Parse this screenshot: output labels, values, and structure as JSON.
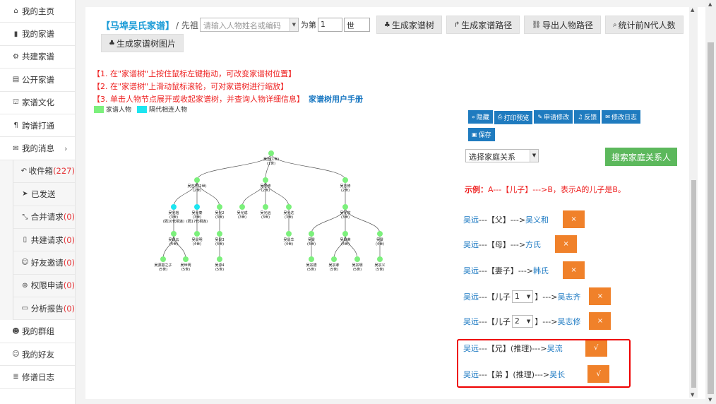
{
  "sidebar": {
    "items": [
      {
        "icon": "home-icon",
        "glyph": "⌂",
        "label": "我的主页"
      },
      {
        "icon": "file-icon",
        "glyph": "▮",
        "label": "我的家谱"
      },
      {
        "icon": "cogs-icon",
        "glyph": "⚙",
        "label": "共建家谱"
      },
      {
        "icon": "book-icon",
        "glyph": "▤",
        "label": "公开家谱"
      },
      {
        "icon": "bank-icon",
        "glyph": "⛫",
        "label": "家谱文化"
      },
      {
        "icon": "paragraph-icon",
        "glyph": "¶",
        "label": "跨谱打通"
      },
      {
        "icon": "comments-icon",
        "glyph": "✉",
        "label": "我的消息",
        "chevron": "›"
      }
    ],
    "sub_items": [
      {
        "icon": "reply-icon",
        "glyph": "↶",
        "label": "收件箱",
        "count": "(227)"
      },
      {
        "icon": "send-icon",
        "glyph": "➤",
        "label": "已发送",
        "count": ""
      },
      {
        "icon": "compress-icon",
        "glyph": "⤡",
        "label": "合并请求",
        "count": "(0)"
      },
      {
        "icon": "file-o-icon",
        "glyph": "▯",
        "label": "共建请求",
        "count": "(0)"
      },
      {
        "icon": "user-plus-icon",
        "glyph": "☺",
        "label": "好友邀请",
        "count": "(0)"
      },
      {
        "icon": "plus-circle-icon",
        "glyph": "⊕",
        "label": "权限申请",
        "count": "(0)"
      },
      {
        "icon": "report-icon",
        "glyph": "▭",
        "label": "分析报告",
        "count": "(0)"
      }
    ],
    "bottom_items": [
      {
        "icon": "group-icon",
        "glyph": "☻",
        "label": "我的群组"
      },
      {
        "icon": "user-icon",
        "glyph": "☺",
        "label": "我的好友"
      },
      {
        "icon": "database-icon",
        "glyph": "≣",
        "label": "修谱日志"
      }
    ]
  },
  "toolbar": {
    "family_title": "【马埠吴氏家谱】",
    "ancestor_label": "/ 先祖",
    "person_placeholder": "请输入人物姓名或编码",
    "gen_prefix": "为第",
    "gen_value": "1",
    "gen_suffix": "世",
    "buttons": [
      {
        "icon": "tree-icon",
        "glyph": "♣",
        "label": "生成家谱树"
      },
      {
        "icon": "level-up-icon",
        "glyph": "↱",
        "label": "生成家谱路径"
      },
      {
        "icon": "link-icon",
        "glyph": "⛓",
        "label": "导出人物路径"
      },
      {
        "icon": "search-icon",
        "glyph": "⌕",
        "label": "统计前N代人数"
      }
    ],
    "image_button": {
      "icon": "tree-icon",
      "glyph": "♣",
      "label": "生成家谱树图片"
    }
  },
  "tips": {
    "line1": "【1. 在\"家谱树\"上按住鼠标左键拖动，可改变家谱树位置】",
    "line2": "【2. 在\"家谱树\"上滑动鼠标滚轮，可对家谱树进行缩放】",
    "line3": "【3. 单击人物节点展开或收起家谱树，并查询人物详细信息】",
    "manual_link": "家谱树用户手册"
  },
  "legend": {
    "items": [
      {
        "label": "家谱人物",
        "color": "#7cf07c"
      },
      {
        "label": "隔代相连人物",
        "color": "#1de5f0"
      }
    ]
  },
  "tree": {
    "node_color": "#7cf07c",
    "link_node_color": "#1de5f0",
    "nodes": [
      {
        "id": "root",
        "name": "吴远(1世)",
        "gen": "(1世)",
        "link": false
      },
      {
        "id": "a",
        "name": "吴志齐(2世)",
        "gen": "(2世)",
        "link": false
      },
      {
        "id": "b",
        "name": "吴志修",
        "gen": "(2世)",
        "link": false
      },
      {
        "id": "c",
        "name": "吴志修",
        "gen": "(2世)",
        "link": false
      },
      {
        "id": "a1",
        "name": "吴光裕",
        "gen": "(3世)",
        "link": true
      },
      {
        "id": "a2",
        "name": "吴光泰",
        "gen": "(3世)",
        "link": true
      },
      {
        "id": "a3",
        "name": "吴光2",
        "gen": "(3世)",
        "link": false
      },
      {
        "id": "b1",
        "name": "吴光成",
        "gen": "(3世)",
        "link": false
      },
      {
        "id": "b2",
        "name": "吴光远",
        "gen": "(3世)",
        "link": false
      },
      {
        "id": "b3",
        "name": "吴光达",
        "gen": "(3世)",
        "link": false
      },
      {
        "id": "c1",
        "name": "吴光宗",
        "gen": "(3世)",
        "link": false
      },
      {
        "id": "a11",
        "name": "吴景云",
        "gen": "(4世)",
        "link": false
      },
      {
        "id": "a21",
        "name": "吴景明",
        "gen": "(4世)",
        "link": false
      },
      {
        "id": "a31",
        "name": "吴景3",
        "gen": "(4世)",
        "link": false
      },
      {
        "id": "b21",
        "name": "吴景华",
        "gen": "(4世)",
        "link": false
      },
      {
        "id": "c11",
        "name": "吴景",
        "gen": "(4世)",
        "link": false
      },
      {
        "id": "c12",
        "name": "吴景荣",
        "gen": "(4世)",
        "link": false
      },
      {
        "id": "c13",
        "name": "吴景",
        "gen": "(4世)",
        "link": false
      },
      {
        "id": "a111",
        "name": "吴源振之子",
        "gen": "(5世)",
        "link": false
      },
      {
        "id": "a112",
        "name": "吴世明",
        "gen": "(5世)",
        "link": false
      },
      {
        "id": "a311",
        "name": "吴源4",
        "gen": "(5世)",
        "link": false
      },
      {
        "id": "c111",
        "name": "吴宗德",
        "gen": "(5世)",
        "link": false
      },
      {
        "id": "c121",
        "name": "吴宗孝",
        "gen": "(5世)",
        "link": false
      },
      {
        "id": "c122",
        "name": "吴宗明",
        "gen": "(5世)",
        "link": false
      },
      {
        "id": "c131",
        "name": "吴宗义",
        "gen": "(5世)",
        "link": false
      }
    ],
    "a1_note": "(隔10代相连)",
    "a2_note": "(隔17代相连)"
  },
  "right_panel": {
    "buttons": [
      {
        "icon": "hide-icon",
        "glyph": "»",
        "label": "隐藏"
      },
      {
        "icon": "print-icon",
        "glyph": "⎙",
        "label": "打印预览"
      },
      {
        "icon": "edit-icon",
        "glyph": "✎",
        "label": "申请修改"
      },
      {
        "icon": "bell-icon",
        "glyph": "♫",
        "label": "反馈"
      },
      {
        "icon": "comment-icon",
        "glyph": "✉",
        "label": "修改日志"
      },
      {
        "icon": "save-icon",
        "glyph": "▣",
        "label": "保存"
      }
    ],
    "relation_select": "选择家庭关系",
    "search_button": "搜索家庭关系人",
    "example_prefix": "示例：",
    "example_text": "A---【儿子】--->B，表示A的儿子是B。",
    "relations": [
      {
        "from": "吴远",
        "rel": "---【父】--->",
        "to": "吴义和",
        "action": "×",
        "select": null
      },
      {
        "from": "吴远",
        "rel": "---【母】--->",
        "to": "方氏",
        "action": "×",
        "select": null
      },
      {
        "from": "吴远",
        "rel": "---【妻子】--->",
        "to": "韩氏",
        "action": "×",
        "select": null
      },
      {
        "from": "吴远",
        "rel_a": "---【儿子",
        "select": "1",
        "rel_b": "】--->",
        "to": "吴志齐",
        "action": "×"
      },
      {
        "from": "吴远",
        "rel_a": "---【儿子",
        "select": "2",
        "rel_b": "】--->",
        "to": "吴志修",
        "action": "×"
      },
      {
        "from": "吴远",
        "rel": "---【兄】(推理)--->",
        "to": "吴流",
        "action": "√",
        "select": null
      },
      {
        "from": "吴远",
        "rel": "---【弟 】(推理)--->",
        "to": "吴长",
        "action": "√",
        "select": null
      }
    ]
  }
}
